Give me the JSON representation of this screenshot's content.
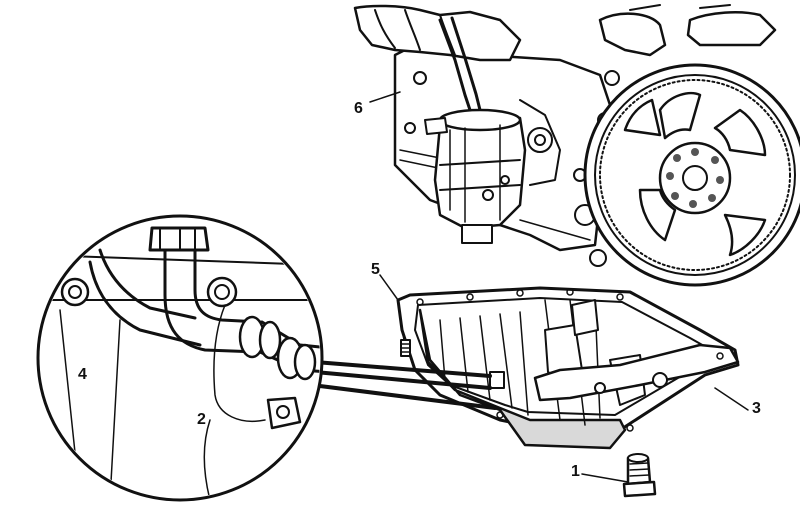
{
  "callouts": [
    {
      "id": "1",
      "label": "1"
    },
    {
      "id": "2",
      "label": "2"
    },
    {
      "id": "3",
      "label": "3"
    },
    {
      "id": "4",
      "label": "4"
    },
    {
      "id": "5",
      "label": "5"
    },
    {
      "id": "6",
      "label": "6"
    }
  ],
  "colors": {
    "ink": "#111111",
    "background": "#ffffff",
    "shade": "#d9d9d9"
  }
}
